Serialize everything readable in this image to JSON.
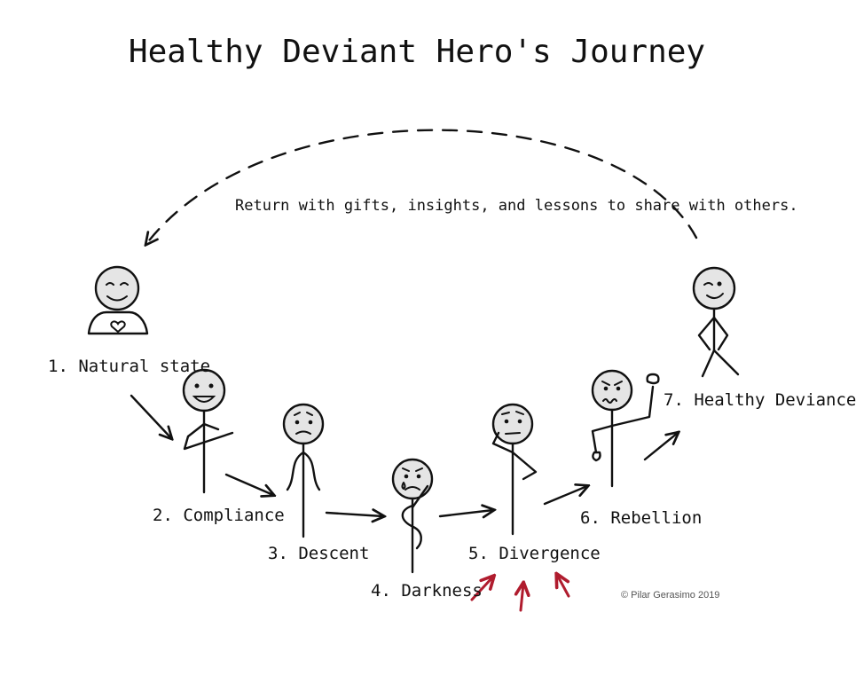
{
  "title": "Healthy Deviant Hero's Journey",
  "return_note": "Return with gifts, insights, and lessons to share with others.",
  "stages": [
    {
      "label": "1. Natural state"
    },
    {
      "label": "2. Compliance"
    },
    {
      "label": "3. Descent"
    },
    {
      "label": "4. Darkness"
    },
    {
      "label": "5. Divergence"
    },
    {
      "label": "6. Rebellion"
    },
    {
      "label": "7. Healthy Deviance"
    }
  ],
  "copyright": "© Pilar Gerasimo 2019",
  "colors": {
    "ink": "#111111",
    "head_fill": "#e5e5e5",
    "accent_red": "#b01c2e"
  }
}
